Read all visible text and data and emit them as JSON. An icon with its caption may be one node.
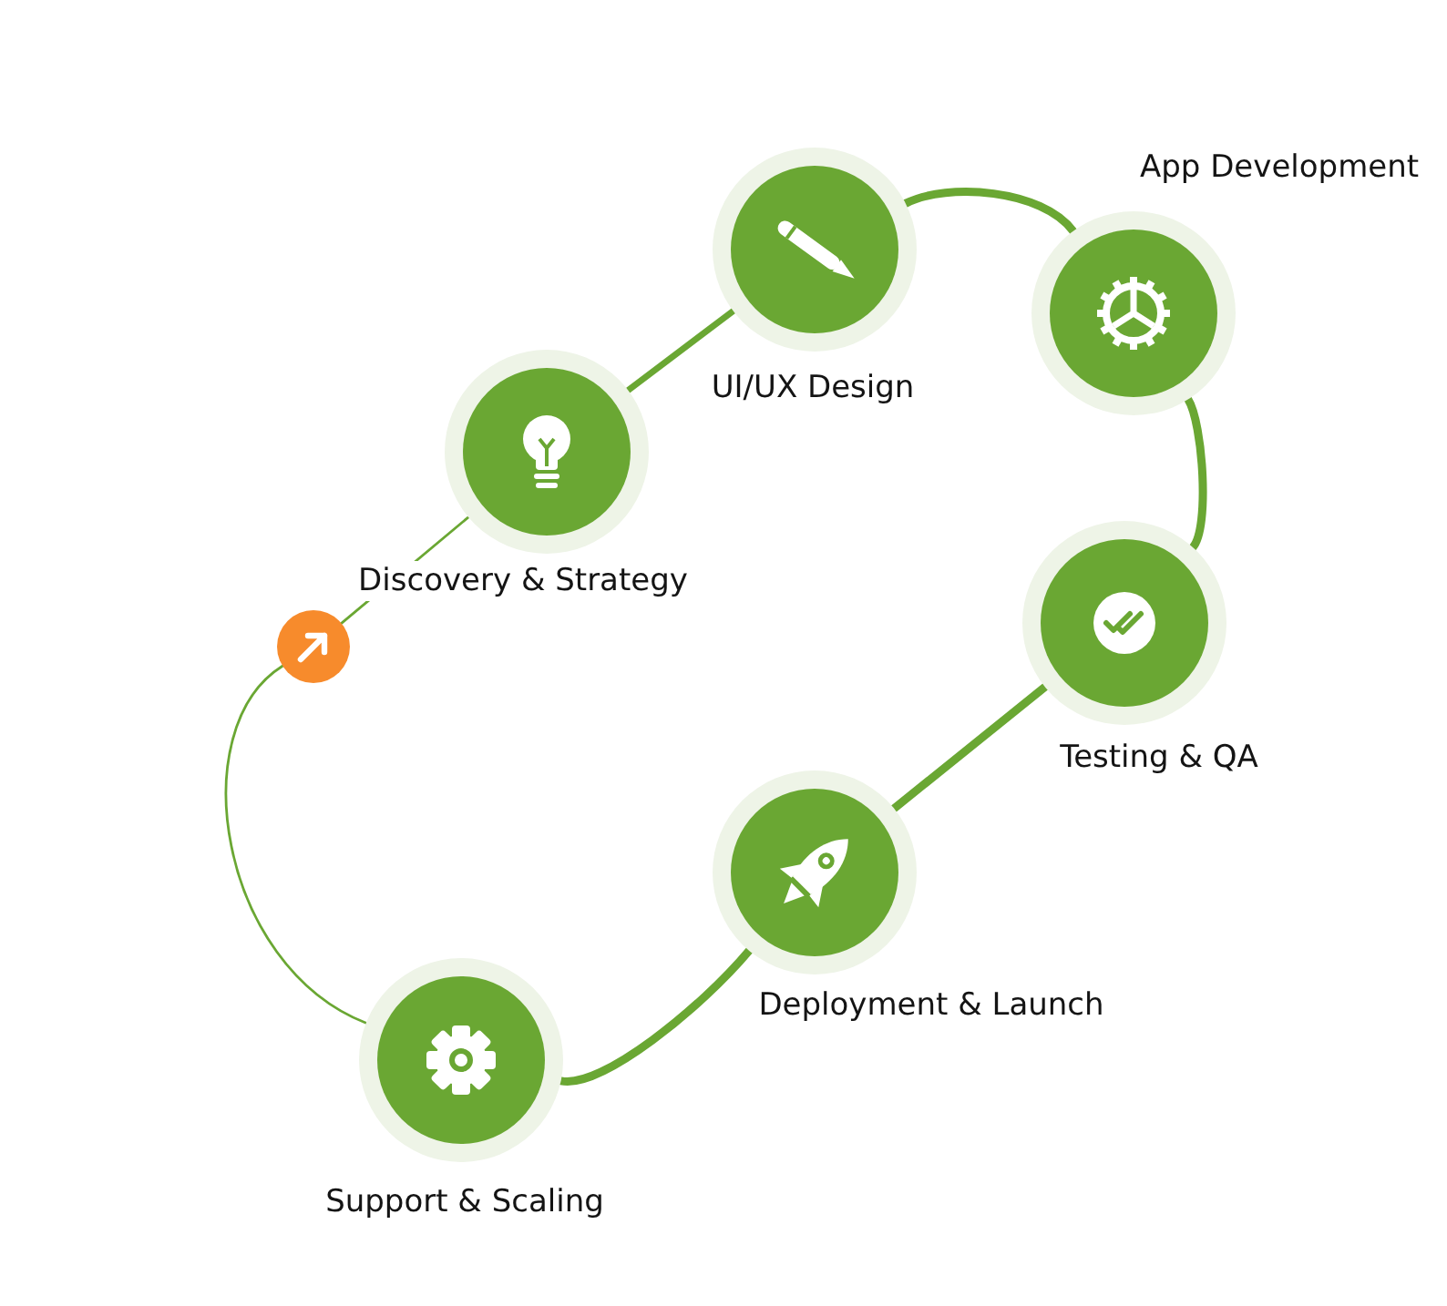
{
  "diagram": {
    "nodes": [
      {
        "text": [
          "Discovery & Strategy"
        ]
      },
      {
        "text": [
          "UI/UX Design"
        ]
      },
      {
        "text": [
          "App Development"
        ]
      },
      {
        "text": [
          "Testing & QA"
        ]
      },
      {
        "text": [
          "Deployment & Launch"
        ]
      },
      {
        "text": [
          "Support & Scaling"
        ]
      },
      {
        "text": [],
        "shape": "circle"
      }
    ],
    "edges": [
      {
        "from": 0,
        "to": 1,
        "arrow": "none"
      },
      {
        "from": 1,
        "to": 2,
        "arrow": "none"
      },
      {
        "from": 2,
        "to": 3,
        "arrow": "none"
      },
      {
        "from": 3,
        "to": 4,
        "arrow": "none"
      },
      {
        "from": 4,
        "to": 5,
        "arrow": "none"
      },
      {
        "from": 5,
        "to": 6,
        "arrow": "none"
      },
      {
        "from": 6,
        "to": 0,
        "arrow": "none"
      }
    ]
  }
}
